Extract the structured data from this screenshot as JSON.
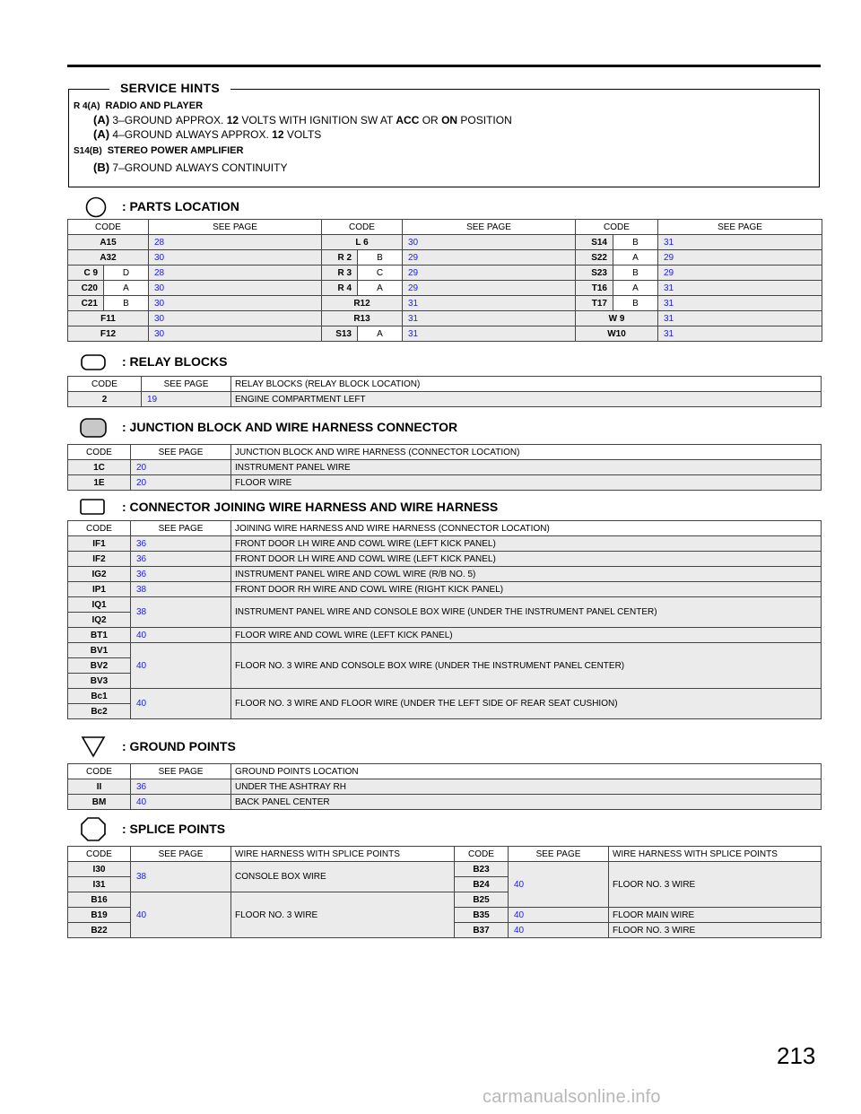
{
  "service_hints": {
    "title": "SERVICE HINTS",
    "components": [
      {
        "ref": "R 4(A)",
        "name": "RADIO AND PLAYER",
        "lines": [
          {
            "tag": "(A)",
            "pin": "3–GROUND :",
            "pre": "APPROX. ",
            "b1": "12",
            "mid": " VOLTS WITH IGNITION SW AT ",
            "b2": "ACC",
            "mid2": " OR ",
            "b3": "ON",
            "post": " POSITION"
          },
          {
            "tag": "(A)",
            "pin": "4–GROUND :",
            "pre": "ALWAYS APPROX. ",
            "b1": "12",
            "mid": " VOLTS",
            "b2": "",
            "mid2": "",
            "b3": "",
            "post": ""
          }
        ]
      },
      {
        "ref": "S14(B)",
        "name": "STEREO POWER AMPLIFIER",
        "lines": [
          {
            "tag": "(B)",
            "pin": "7–GROUND :",
            "pre": "ALWAYS CONTINUITY",
            "b1": "",
            "mid": "",
            "b2": "",
            "mid2": "",
            "b3": "",
            "post": ""
          }
        ]
      }
    ]
  },
  "parts_location": {
    "title": ": PARTS LOCATION",
    "headers": [
      "CODE",
      "SEE PAGE",
      "CODE",
      "SEE PAGE",
      "CODE",
      "SEE PAGE"
    ],
    "rows": [
      [
        [
          "A15",
          "",
          "28"
        ],
        [
          "L 6",
          "",
          "30"
        ],
        [
          "S14",
          "B",
          "31"
        ]
      ],
      [
        [
          "A32",
          "",
          "30"
        ],
        [
          "R 2",
          "B",
          "29"
        ],
        [
          "S22",
          "A",
          "29"
        ]
      ],
      [
        [
          "C 9",
          "D",
          "28"
        ],
        [
          "R 3",
          "C",
          "29"
        ],
        [
          "S23",
          "B",
          "29"
        ]
      ],
      [
        [
          "C20",
          "A",
          "30"
        ],
        [
          "R 4",
          "A",
          "29"
        ],
        [
          "T16",
          "A",
          "31"
        ]
      ],
      [
        [
          "C21",
          "B",
          "30"
        ],
        [
          "R12",
          "",
          "31"
        ],
        [
          "T17",
          "B",
          "31"
        ]
      ],
      [
        [
          "F11",
          "",
          "30"
        ],
        [
          "R13",
          "",
          "31"
        ],
        [
          "W 9",
          "",
          "31"
        ]
      ],
      [
        [
          "F12",
          "",
          "30"
        ],
        [
          "S13",
          "A",
          "31"
        ],
        [
          "W10",
          "",
          "31"
        ]
      ]
    ]
  },
  "relay_blocks": {
    "title": ": RELAY BLOCKS",
    "headers": [
      "CODE",
      "SEE PAGE",
      "RELAY BLOCKS (RELAY BLOCK LOCATION)"
    ],
    "rows": [
      [
        "2",
        "19",
        "ENGINE COMPARTMENT LEFT"
      ]
    ]
  },
  "junction_blocks": {
    "title": ": JUNCTION BLOCK AND WIRE HARNESS CONNECTOR",
    "headers": [
      "CODE",
      "SEE PAGE",
      "JUNCTION BLOCK AND WIRE HARNESS (CONNECTOR LOCATION)"
    ],
    "rows": [
      [
        "1C",
        "20",
        "INSTRUMENT PANEL WIRE"
      ],
      [
        "1E",
        "20",
        "FLOOR WIRE"
      ]
    ]
  },
  "connector_joining": {
    "title": ": CONNECTOR JOINING WIRE HARNESS AND WIRE HARNESS",
    "headers": [
      "CODE",
      "SEE PAGE",
      "JOINING WIRE HARNESS AND WIRE HARNESS (CONNECTOR LOCATION)"
    ],
    "groups": [
      {
        "codes": [
          "IF1"
        ],
        "page": "36",
        "desc": "FRONT DOOR LH WIRE AND COWL WIRE (LEFT KICK PANEL)"
      },
      {
        "codes": [
          "IF2"
        ],
        "page": "36",
        "desc": "FRONT DOOR LH WIRE AND COWL WIRE (LEFT KICK PANEL)"
      },
      {
        "codes": [
          "IG2"
        ],
        "page": "36",
        "desc": "INSTRUMENT PANEL WIRE AND COWL WIRE (R/B NO. 5)"
      },
      {
        "codes": [
          "IP1"
        ],
        "page": "38",
        "desc": "FRONT DOOR RH WIRE AND COWL WIRE (RIGHT KICK PANEL)"
      },
      {
        "codes": [
          "IQ1",
          "IQ2"
        ],
        "page": "38",
        "desc": "INSTRUMENT PANEL WIRE AND CONSOLE BOX WIRE (UNDER THE INSTRUMENT PANEL CENTER)"
      },
      {
        "codes": [
          "BT1"
        ],
        "page": "40",
        "desc": "FLOOR WIRE AND COWL WIRE (LEFT KICK PANEL)"
      },
      {
        "codes": [
          "BV1",
          "BV2",
          "BV3"
        ],
        "page": "40",
        "desc": "FLOOR NO. 3 WIRE AND CONSOLE BOX WIRE (UNDER THE INSTRUMENT PANEL CENTER)"
      },
      {
        "codes": [
          "Bc1",
          "Bc2"
        ],
        "page": "40",
        "desc": "FLOOR NO. 3 WIRE AND FLOOR WIRE (UNDER THE LEFT SIDE OF REAR SEAT CUSHION)"
      }
    ]
  },
  "ground_points": {
    "title": ": GROUND POINTS",
    "headers": [
      "CODE",
      "SEE PAGE",
      "GROUND POINTS LOCATION"
    ],
    "rows": [
      [
        "II",
        "36",
        "UNDER THE ASHTRAY RH"
      ],
      [
        "BM",
        "40",
        "BACK PANEL CENTER"
      ]
    ]
  },
  "splice_points": {
    "title": ": SPLICE POINTS",
    "headers": [
      "CODE",
      "SEE PAGE",
      "WIRE HARNESS WITH SPLICE POINTS",
      "CODE",
      "SEE PAGE",
      "WIRE HARNESS WITH SPLICE POINTS"
    ],
    "left_groups": [
      {
        "codes": [
          "I30",
          "I31"
        ],
        "page": "38",
        "desc": "CONSOLE BOX WIRE"
      },
      {
        "codes": [
          "B16",
          "B19",
          "B22"
        ],
        "page": "40",
        "desc": "FLOOR NO. 3 WIRE"
      }
    ],
    "right_groups": [
      {
        "codes": [
          "B23",
          "B24",
          "B25"
        ],
        "page": "40",
        "desc": "FLOOR NO. 3 WIRE"
      },
      {
        "codes": [
          "B35"
        ],
        "page": "40",
        "desc": "FLOOR MAIN WIRE"
      },
      {
        "codes": [
          "B37"
        ],
        "page": "40",
        "desc": "FLOOR NO. 3 WIRE"
      }
    ]
  },
  "page_number": "213",
  "watermark": "carmanualsonline.info"
}
